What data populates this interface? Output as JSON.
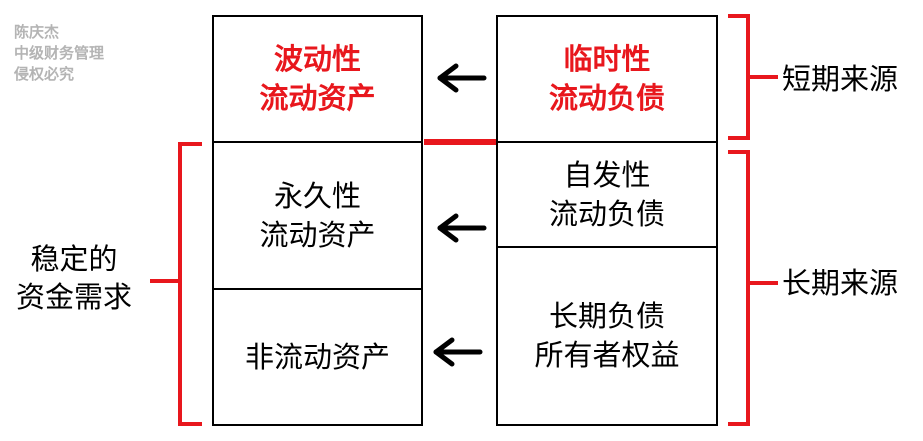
{
  "watermark": {
    "lines": [
      "陈庆杰",
      "中级财务管理",
      "侵权必究"
    ]
  },
  "assets": {
    "fluctuating": {
      "line1": "波动性",
      "line2": "流动资产"
    },
    "permanent": {
      "line1": "永久性",
      "line2": "流动资产"
    },
    "non_current": {
      "label": "非流动资产"
    }
  },
  "sources": {
    "temporary": {
      "line1": "临时性",
      "line2": "流动负债"
    },
    "spontaneous": {
      "line1": "自发性",
      "line2": "流动负债"
    },
    "long_term": {
      "line1": "长期负债",
      "line2": "所有者权益"
    }
  },
  "labels": {
    "short_term_source": "短期来源",
    "long_term_source": "长期来源",
    "stable_need_line1": "稳定的",
    "stable_need_line2": "资金需求"
  },
  "colors": {
    "accent": "#e8171d",
    "border": "#000000",
    "watermark": "#b4b4b4"
  },
  "icons": {
    "arrow": "arrow-left-icon"
  }
}
